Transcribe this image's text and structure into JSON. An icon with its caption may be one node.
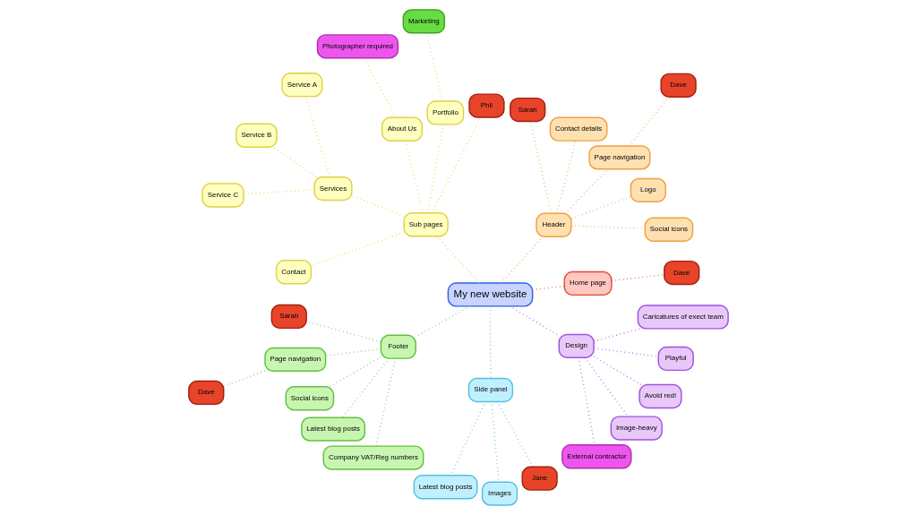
{
  "diagram": {
    "nodes": [
      {
        "text": [
          "My new website"
        ]
      },
      {
        "text": [
          "Home page"
        ]
      },
      {
        "text": [
          "Dave"
        ]
      },
      {
        "text": [
          "Header"
        ]
      },
      {
        "text": [
          "Social icons"
        ]
      },
      {
        "text": [
          "Logo"
        ]
      },
      {
        "text": [
          "Page navigation"
        ]
      },
      {
        "text": [
          "Dave"
        ]
      },
      {
        "text": [
          "Contact details"
        ]
      },
      {
        "text": [
          "Sarah"
        ]
      },
      {
        "text": [
          "Sub pages"
        ]
      },
      {
        "text": [
          "Phil"
        ]
      },
      {
        "text": [
          "Portfolio"
        ]
      },
      {
        "text": [
          "Marketing"
        ]
      },
      {
        "text": [
          "About Us"
        ]
      },
      {
        "text": [
          "Photographer required"
        ]
      },
      {
        "text": [
          "Services"
        ]
      },
      {
        "text": [
          "Service A"
        ]
      },
      {
        "text": [
          "Service B"
        ]
      },
      {
        "text": [
          "Service C"
        ]
      },
      {
        "text": [
          "Contact"
        ]
      },
      {
        "text": [
          "Footer"
        ]
      },
      {
        "text": [
          "Sarah"
        ]
      },
      {
        "text": [
          "Page navigation"
        ]
      },
      {
        "text": [
          "Dave"
        ]
      },
      {
        "text": [
          "Social icons"
        ]
      },
      {
        "text": [
          "Latest blog posts"
        ]
      },
      {
        "text": [
          "Company VAT/Reg numbers"
        ]
      },
      {
        "text": [
          "Side panel"
        ]
      },
      {
        "text": [
          "Latest blog posts"
        ]
      },
      {
        "text": [
          "Images"
        ]
      },
      {
        "text": [
          "Jane"
        ]
      },
      {
        "text": [
          "Design"
        ]
      },
      {
        "text": [
          "External contractor"
        ]
      },
      {
        "text": [
          "Image-heavy"
        ]
      },
      {
        "text": [
          "Avoid red!"
        ]
      },
      {
        "text": [
          "Playful"
        ]
      },
      {
        "text": [
          "Caricatures of exect team"
        ]
      }
    ],
    "edges": [
      {
        "from": 0,
        "to": 1,
        "arrow": "none",
        "color": "#e04a3a"
      },
      {
        "from": 1,
        "to": 2,
        "arrow": "none",
        "color": "#e04a3a"
      },
      {
        "from": 0,
        "to": 3,
        "arrow": "none",
        "color": "#f0a040"
      },
      {
        "from": 3,
        "to": 4,
        "arrow": "none",
        "color": "#f0a040"
      },
      {
        "from": 3,
        "to": 5,
        "arrow": "none",
        "color": "#f0a040"
      },
      {
        "from": 3,
        "to": 6,
        "arrow": "none",
        "color": "#f0a040"
      },
      {
        "from": 6,
        "to": 7,
        "arrow": "none",
        "color": "#f0a040"
      },
      {
        "from": 3,
        "to": 8,
        "arrow": "none",
        "color": "#f0a040"
      },
      {
        "from": 3,
        "to": 9,
        "arrow": "none",
        "color": "#f0a040"
      },
      {
        "from": 0,
        "to": 10,
        "arrow": "none",
        "color": "#e0d040"
      },
      {
        "from": 10,
        "to": 11,
        "arrow": "none",
        "color": "#e0d040"
      },
      {
        "from": 10,
        "to": 12,
        "arrow": "none",
        "color": "#e0d040"
      },
      {
        "from": 12,
        "to": 13,
        "arrow": "none",
        "color": "#e0d040"
      },
      {
        "from": 10,
        "to": 14,
        "arrow": "none",
        "color": "#e0d040"
      },
      {
        "from": 14,
        "to": 15,
        "arrow": "none",
        "color": "#e0d040"
      },
      {
        "from": 10,
        "to": 16,
        "arrow": "none",
        "color": "#e0d040"
      },
      {
        "from": 16,
        "to": 17,
        "arrow": "none",
        "color": "#e0d040"
      },
      {
        "from": 16,
        "to": 18,
        "arrow": "none",
        "color": "#e0d040"
      },
      {
        "from": 16,
        "to": 19,
        "arrow": "none",
        "color": "#e0d040"
      },
      {
        "from": 10,
        "to": 20,
        "arrow": "none",
        "color": "#e0d040"
      },
      {
        "from": 0,
        "to": 21,
        "arrow": "none",
        "color": "#60d050"
      },
      {
        "from": 21,
        "to": 22,
        "arrow": "none",
        "color": "#60d050"
      },
      {
        "from": 21,
        "to": 23,
        "arrow": "none",
        "color": "#60d050"
      },
      {
        "from": 23,
        "to": 24,
        "arrow": "none",
        "color": "#60d050"
      },
      {
        "from": 21,
        "to": 25,
        "arrow": "none",
        "color": "#60d050"
      },
      {
        "from": 21,
        "to": 26,
        "arrow": "none",
        "color": "#60d050"
      },
      {
        "from": 21,
        "to": 27,
        "arrow": "none",
        "color": "#60d050"
      },
      {
        "from": 0,
        "to": 28,
        "arrow": "none",
        "color": "#50c0e0"
      },
      {
        "from": 28,
        "to": 29,
        "arrow": "none",
        "color": "#50c0e0"
      },
      {
        "from": 28,
        "to": 30,
        "arrow": "none",
        "color": "#50c0e0"
      },
      {
        "from": 28,
        "to": 31,
        "arrow": "none",
        "color": "#50c0e0"
      },
      {
        "from": 0,
        "to": 32,
        "arrow": "none",
        "color": "#a050e0"
      },
      {
        "from": 32,
        "to": 33,
        "arrow": "none",
        "color": "#a050e0"
      },
      {
        "from": 32,
        "to": 34,
        "arrow": "none",
        "color": "#a050e0"
      },
      {
        "from": 32,
        "to": 35,
        "arrow": "none",
        "color": "#a050e0"
      },
      {
        "from": 32,
        "to": 36,
        "arrow": "none",
        "color": "#a050e0"
      },
      {
        "from": 32,
        "to": 37,
        "arrow": "none",
        "color": "#a050e0"
      }
    ]
  }
}
